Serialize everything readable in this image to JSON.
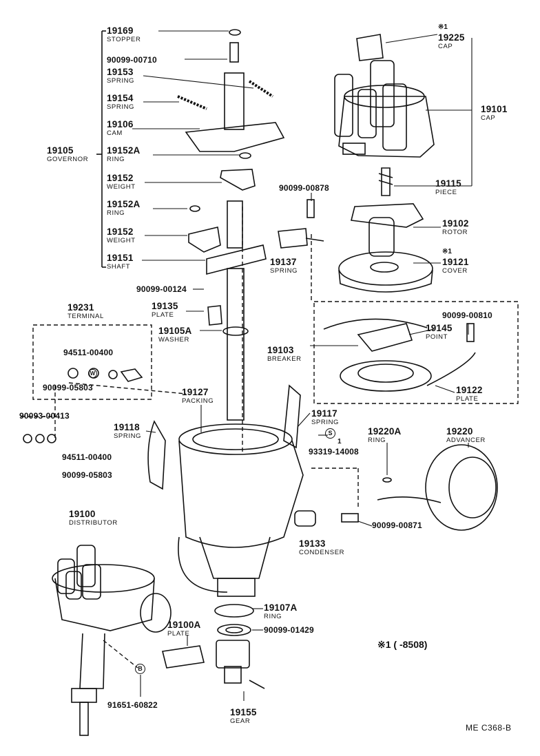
{
  "parts": [
    {
      "number": "19169",
      "name": "STOPPER"
    },
    {
      "number": "90099-00710",
      "name": ""
    },
    {
      "number": "19153",
      "name": "SPRING"
    },
    {
      "number": "19154",
      "name": "SPRING"
    },
    {
      "number": "19106",
      "name": "CAM"
    },
    {
      "number": "19105",
      "name": "GOVERNOR"
    },
    {
      "number": "19152A",
      "name": "RING"
    },
    {
      "number": "19152",
      "name": "WEIGHT"
    },
    {
      "number": "19152A",
      "name": "RING"
    },
    {
      "number": "19152",
      "name": "WEIGHT"
    },
    {
      "number": "19151",
      "name": "SHAFT"
    },
    {
      "number": "19225",
      "name": "CAP"
    },
    {
      "number": "19101",
      "name": "CAP"
    },
    {
      "number": "19115",
      "name": "PIECE"
    },
    {
      "number": "90099-00878",
      "name": ""
    },
    {
      "number": "19102",
      "name": "ROTOR"
    },
    {
      "number": "19137",
      "name": "SPRING"
    },
    {
      "number": "19121",
      "name": "COVER"
    },
    {
      "number": "90099-00124",
      "name": ""
    },
    {
      "number": "19135",
      "name": "PLATE"
    },
    {
      "number": "19231",
      "name": "TERMINAL"
    },
    {
      "number": "90099-00810",
      "name": ""
    },
    {
      "number": "19145",
      "name": "POINT"
    },
    {
      "number": "19105A",
      "name": "WASHER"
    },
    {
      "number": "94511-00400",
      "name": ""
    },
    {
      "number": "19103",
      "name": "BREAKER"
    },
    {
      "number": "90099-05803",
      "name": ""
    },
    {
      "number": "19122",
      "name": "PLATE"
    },
    {
      "number": "19127",
      "name": "PACKING"
    },
    {
      "number": "19117",
      "name": "SPRING"
    },
    {
      "number": "90093-00413",
      "name": ""
    },
    {
      "number": "19220A",
      "name": "RING"
    },
    {
      "number": "19220",
      "name": "ADVANCER"
    },
    {
      "number": "19118",
      "name": "SPRING"
    },
    {
      "number": "93319-14008",
      "name": ""
    },
    {
      "number": "94511-00400",
      "name": ""
    },
    {
      "number": "90099-05803",
      "name": ""
    },
    {
      "number": "19100",
      "name": "DISTRIBUTOR"
    },
    {
      "number": "90099-00871",
      "name": ""
    },
    {
      "number": "19133",
      "name": "CONDENSER"
    },
    {
      "number": "19107A",
      "name": "RING"
    },
    {
      "number": "19100A",
      "name": "PLATE"
    },
    {
      "number": "90099-01429",
      "name": ""
    },
    {
      "number": "91651-60822",
      "name": ""
    },
    {
      "number": "19155",
      "name": "GEAR"
    }
  ],
  "marks": {
    "star_cap": "※1",
    "star_cover": "※1",
    "s_symbol": "S",
    "s_index": "1",
    "b_symbol": "B",
    "w_symbol": "W"
  },
  "footnote": "※1 (       -8508)",
  "diagram_code": "ME C368-B"
}
